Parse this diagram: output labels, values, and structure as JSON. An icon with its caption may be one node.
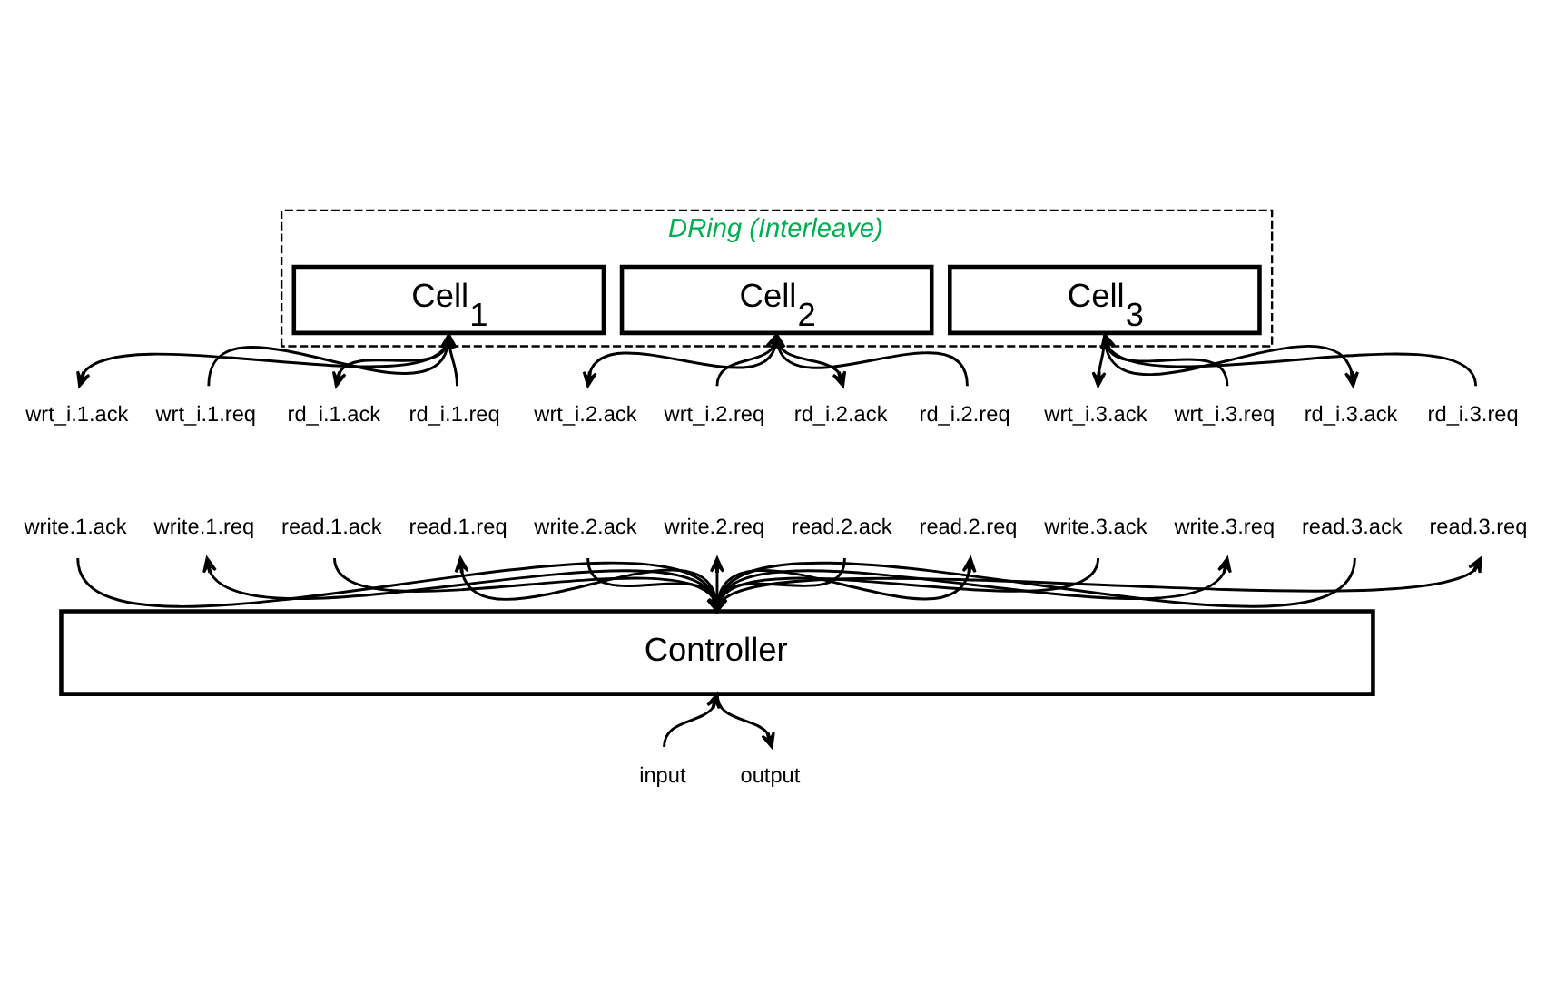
{
  "diagram": {
    "nodes": [
      {
        "text": [
          "DRing (Interleave)"
        ]
      },
      {
        "text": [
          "Cell$_{1}$"
        ],
        "in": 0
      },
      {
        "text": [
          "wrt_i.1.ack"
        ]
      },
      {
        "text": [
          "wrt_i.1.req"
        ]
      },
      {
        "text": [
          "rd_i.1.ack"
        ]
      },
      {
        "text": [
          "rd_i.1.req"
        ]
      },
      {
        "text": [
          "Cell$_{2}$"
        ],
        "in": 0
      },
      {
        "text": [
          "wrt_i.2.ack"
        ]
      },
      {
        "text": [
          "wrt_i.2.req"
        ]
      },
      {
        "text": [
          "rd_i.2.ack"
        ]
      },
      {
        "text": [
          "rd_i.2.req"
        ]
      },
      {
        "text": [
          "Cell$_{3}$"
        ],
        "in": 0
      },
      {
        "text": [
          "wrt_i.3.ack"
        ]
      },
      {
        "text": [
          "wrt_i.3.req"
        ]
      },
      {
        "text": [
          "rd_i.3.ack"
        ]
      },
      {
        "text": [
          "rd_i.3.req"
        ]
      },
      {
        "text": [
          "write.1.ack"
        ]
      },
      {
        "text": [
          "write.1.req"
        ]
      },
      {
        "text": [
          "read.1.ack"
        ]
      },
      {
        "text": [
          "read.1.req"
        ]
      },
      {
        "text": [
          "write.2.ack"
        ]
      },
      {
        "text": [
          "write.2.req"
        ]
      },
      {
        "text": [
          "read.2.ack"
        ]
      },
      {
        "text": [
          "read.2.req"
        ]
      },
      {
        "text": [
          "write.3.ack"
        ]
      },
      {
        "text": [
          "write.3.req"
        ]
      },
      {
        "text": [
          "read.3.ack"
        ]
      },
      {
        "text": [
          "read.3.req"
        ]
      },
      {
        "text": [
          "Controller"
        ]
      },
      {
        "text": [
          "input"
        ]
      },
      {
        "text": [
          "output"
        ]
      }
    ],
    "edges": [
      {
        "from": 1,
        "to": 2,
        "arrow": "to"
      },
      {
        "from": 3,
        "to": 1,
        "arrow": "to"
      },
      {
        "from": 1,
        "to": 4,
        "arrow": "to"
      },
      {
        "from": 5,
        "to": 1,
        "arrow": "to"
      },
      {
        "from": 6,
        "to": 7,
        "arrow": "to"
      },
      {
        "from": 8,
        "to": 6,
        "arrow": "to"
      },
      {
        "from": 6,
        "to": 9,
        "arrow": "to"
      },
      {
        "from": 10,
        "to": 6,
        "arrow": "to"
      },
      {
        "from": 11,
        "to": 12,
        "arrow": "to"
      },
      {
        "from": 13,
        "to": 11,
        "arrow": "to"
      },
      {
        "from": 11,
        "to": 14,
        "arrow": "to"
      },
      {
        "from": 15,
        "to": 11,
        "arrow": "to"
      },
      {
        "from": 16,
        "to": 28,
        "arrow": "to"
      },
      {
        "from": 28,
        "to": 17,
        "arrow": "to"
      },
      {
        "from": 18,
        "to": 28,
        "arrow": "to"
      },
      {
        "from": 28,
        "to": 19,
        "arrow": "to"
      },
      {
        "from": 20,
        "to": 28,
        "arrow": "to"
      },
      {
        "from": 28,
        "to": 21,
        "arrow": "to"
      },
      {
        "from": 22,
        "to": 28,
        "arrow": "to"
      },
      {
        "from": 28,
        "to": 23,
        "arrow": "to"
      },
      {
        "from": 24,
        "to": 28,
        "arrow": "to"
      },
      {
        "from": 28,
        "to": 25,
        "arrow": "to"
      },
      {
        "from": 26,
        "to": 28,
        "arrow": "to"
      },
      {
        "from": 28,
        "to": 27,
        "arrow": "to"
      },
      {
        "from": 29,
        "to": 28,
        "arrow": "to"
      },
      {
        "from": 28,
        "to": 30,
        "arrow": "to"
      }
    ]
  }
}
